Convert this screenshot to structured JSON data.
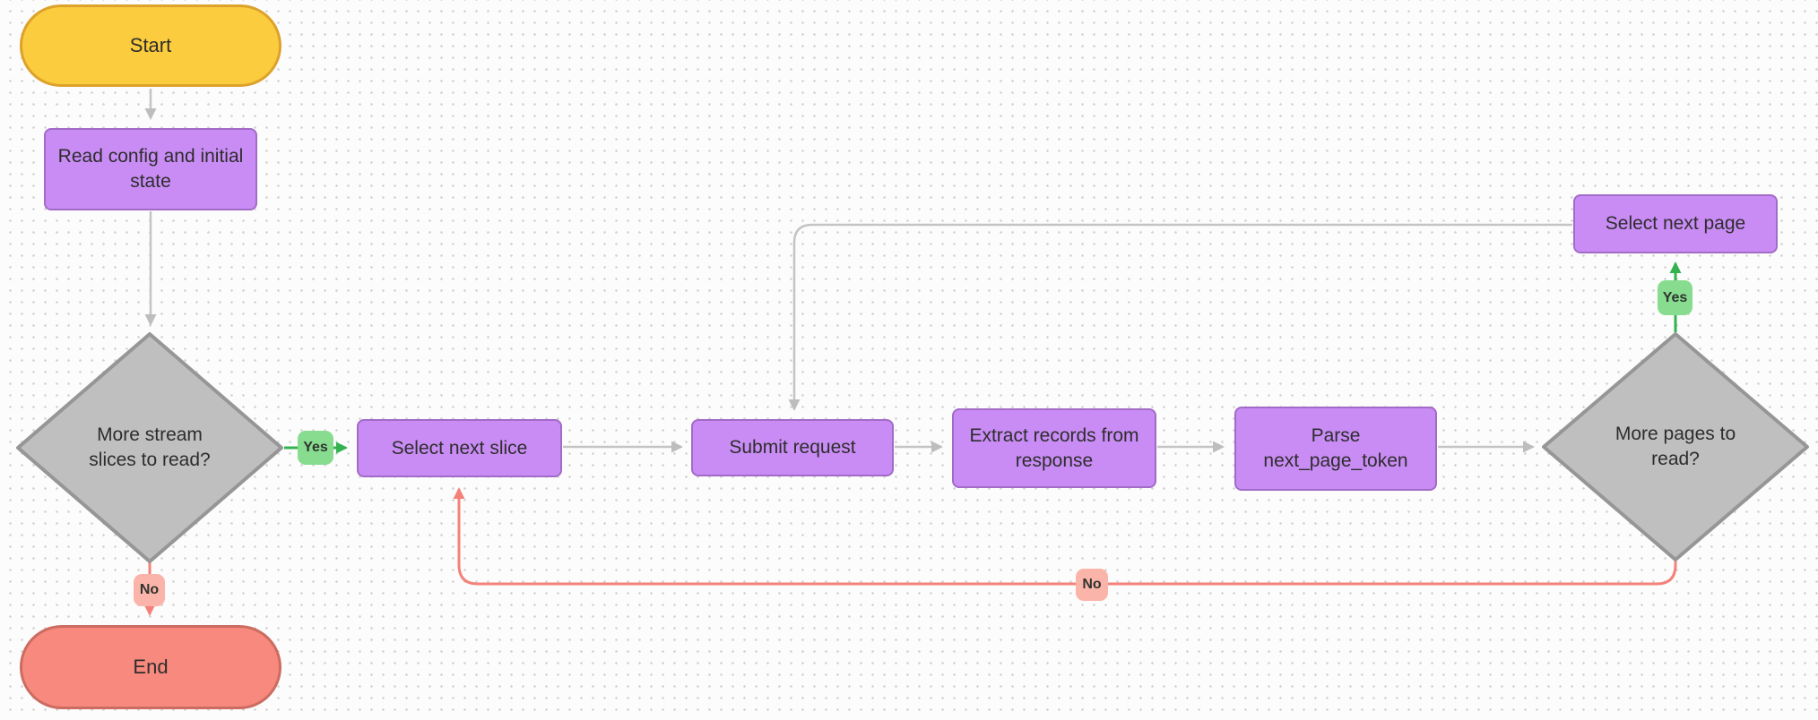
{
  "diagram": {
    "kind": "flowchart",
    "nodes": {
      "start": {
        "label": "Start",
        "type": "terminal"
      },
      "read_config": {
        "label": "Read config and initial\nstate",
        "type": "process"
      },
      "more_slices": {
        "label": "More stream\nslices to read?",
        "type": "decision"
      },
      "select_slice": {
        "label": "Select next slice",
        "type": "process"
      },
      "submit_request": {
        "label": "Submit request",
        "type": "process"
      },
      "extract_records": {
        "label": "Extract records from\nresponse",
        "type": "process"
      },
      "parse_token": {
        "label": "Parse\nnext_page_token",
        "type": "process"
      },
      "more_pages": {
        "label": "More pages to\nread?",
        "type": "decision"
      },
      "select_page": {
        "label": "Select next page",
        "type": "process"
      },
      "end": {
        "label": "End",
        "type": "terminal"
      }
    },
    "edge_labels": {
      "more_slices_yes": "Yes",
      "more_slices_no": "No",
      "more_pages_yes": "Yes",
      "more_pages_no": "No"
    },
    "edges": [
      {
        "from": "start",
        "to": "read_config",
        "color": "gray"
      },
      {
        "from": "read_config",
        "to": "more_slices",
        "color": "gray"
      },
      {
        "from": "more_slices",
        "to": "select_slice",
        "label": "Yes",
        "color": "green"
      },
      {
        "from": "more_slices",
        "to": "end",
        "label": "No",
        "color": "red"
      },
      {
        "from": "select_slice",
        "to": "submit_request",
        "color": "gray"
      },
      {
        "from": "submit_request",
        "to": "extract_records",
        "color": "gray"
      },
      {
        "from": "extract_records",
        "to": "parse_token",
        "color": "gray"
      },
      {
        "from": "parse_token",
        "to": "more_pages",
        "color": "gray"
      },
      {
        "from": "more_pages",
        "to": "select_page",
        "label": "Yes",
        "color": "green"
      },
      {
        "from": "select_page",
        "to": "submit_request",
        "color": "gray"
      },
      {
        "from": "more_pages",
        "to": "select_slice",
        "label": "No",
        "color": "red"
      }
    ],
    "colors": {
      "canvas_bg": "#FCFCFC",
      "dot_grid": "#D6D6D6",
      "terminal_start_fill": "#FACC3E",
      "terminal_start_border": "#DDA12C",
      "terminal_end_fill": "#F7897E",
      "terminal_end_border": "#CC6C61",
      "process_fill": "#C98CF4",
      "process_border": "#A26BC7",
      "decision_fill": "#BFBFBF",
      "decision_border": "#969696",
      "yes_badge": "#87DC8F",
      "no_badge": "#FBB4A9",
      "edge_gray": "#C4C4C4",
      "edge_green": "#33B24F",
      "edge_red": "#F4827A",
      "text": "#2D2D2D"
    }
  }
}
